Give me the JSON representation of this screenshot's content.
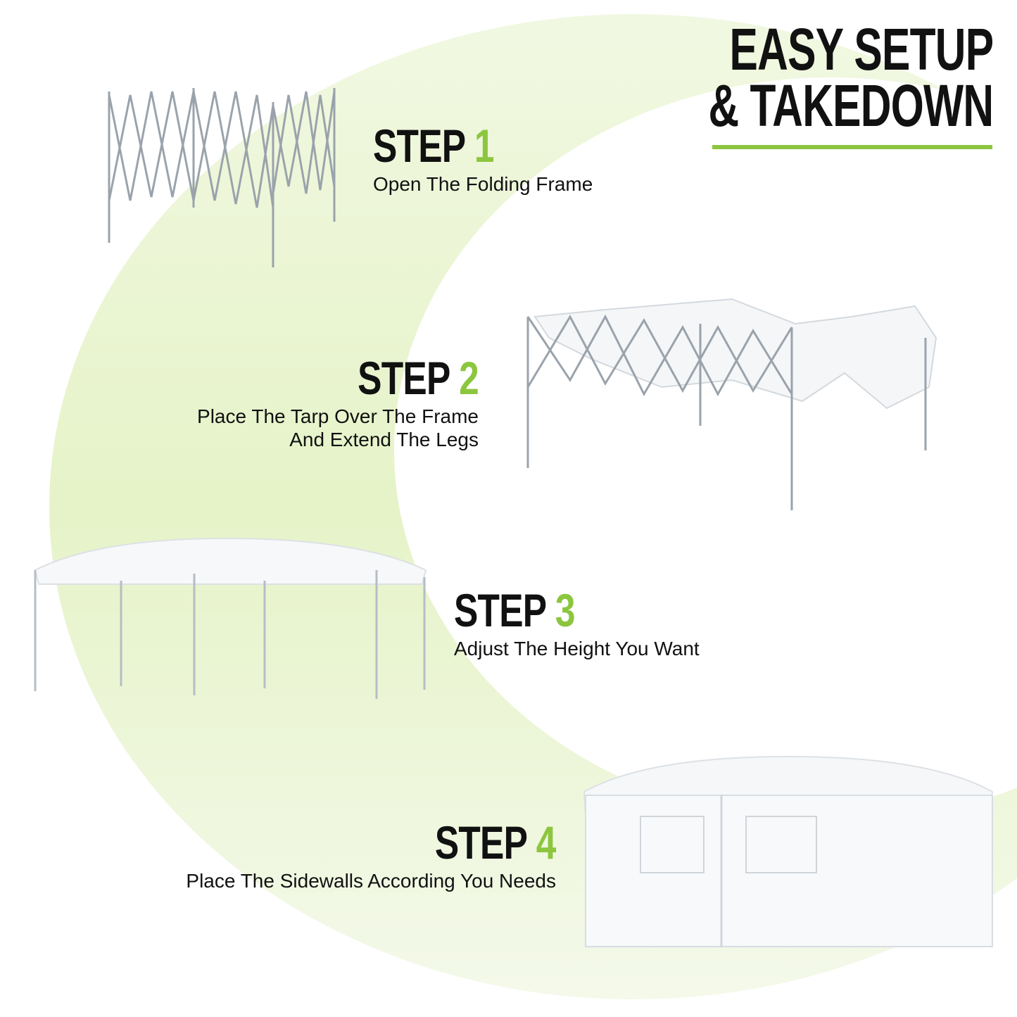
{
  "title": {
    "line1": "EASY SETUP",
    "line2": "& TAKEDOWN"
  },
  "colors": {
    "accent": "#8cc63f",
    "background_tint": "#eef7dc",
    "text": "#111111"
  },
  "steps": [
    {
      "label": "STEP",
      "number": "1",
      "description": [
        "Open The Folding Frame"
      ]
    },
    {
      "label": "STEP",
      "number": "2",
      "description": [
        "Place The Tarp Over The Frame",
        "And Extend The Legs"
      ]
    },
    {
      "label": "STEP",
      "number": "3",
      "description": [
        "Adjust The Height You Want"
      ]
    },
    {
      "label": "STEP",
      "number": "4",
      "description": [
        "Place The Sidewalls According You Needs"
      ]
    }
  ]
}
